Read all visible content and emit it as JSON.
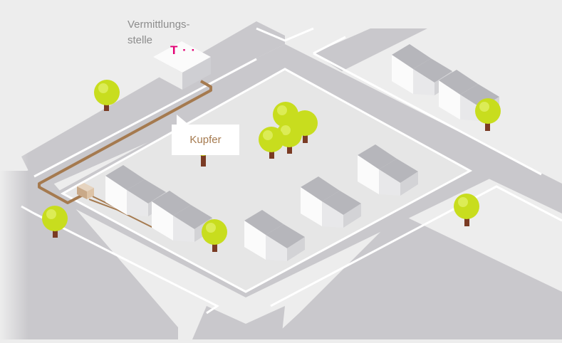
{
  "diagram": {
    "exchange_label_lines": [
      "Vermittlungs-",
      "stelle"
    ],
    "cable_label": "Kupfer",
    "brand_logo": "T · ·",
    "colors": {
      "background": "#ededed",
      "road": "#c9c8cc",
      "road_edge": "#ffffff",
      "block": "#e6e6e6",
      "cable": "#a57a4f",
      "tree_crown": "#c8dd1e",
      "tree_trunk": "#7a3b24",
      "house_roof": "#b6b6bb",
      "house_wall": "#d9d9dc",
      "house_front": "#fbfbfb",
      "label_text": "#8d8d8d",
      "brand": "#e20074"
    }
  }
}
